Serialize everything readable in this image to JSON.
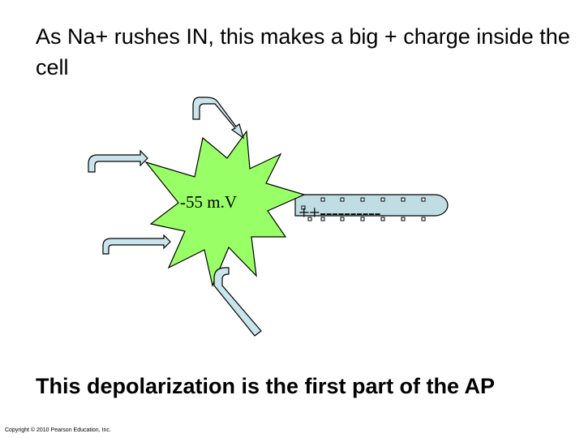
{
  "slide": {
    "title": "As Na+ rushes IN, this makes a big + charge inside the cell",
    "bottom_text": "This depolarization is the first part of the AP",
    "copyright": "Copyright © 2010 Pearson Education, Inc."
  },
  "diagram": {
    "voltage_label": "-55 m.V",
    "axon_charges": "++----------",
    "colors": {
      "star_fill": "#99ff66",
      "arrow_fill": "#c9e4ec",
      "axon_fill": "#bfdde3",
      "outline": "#000000"
    }
  }
}
